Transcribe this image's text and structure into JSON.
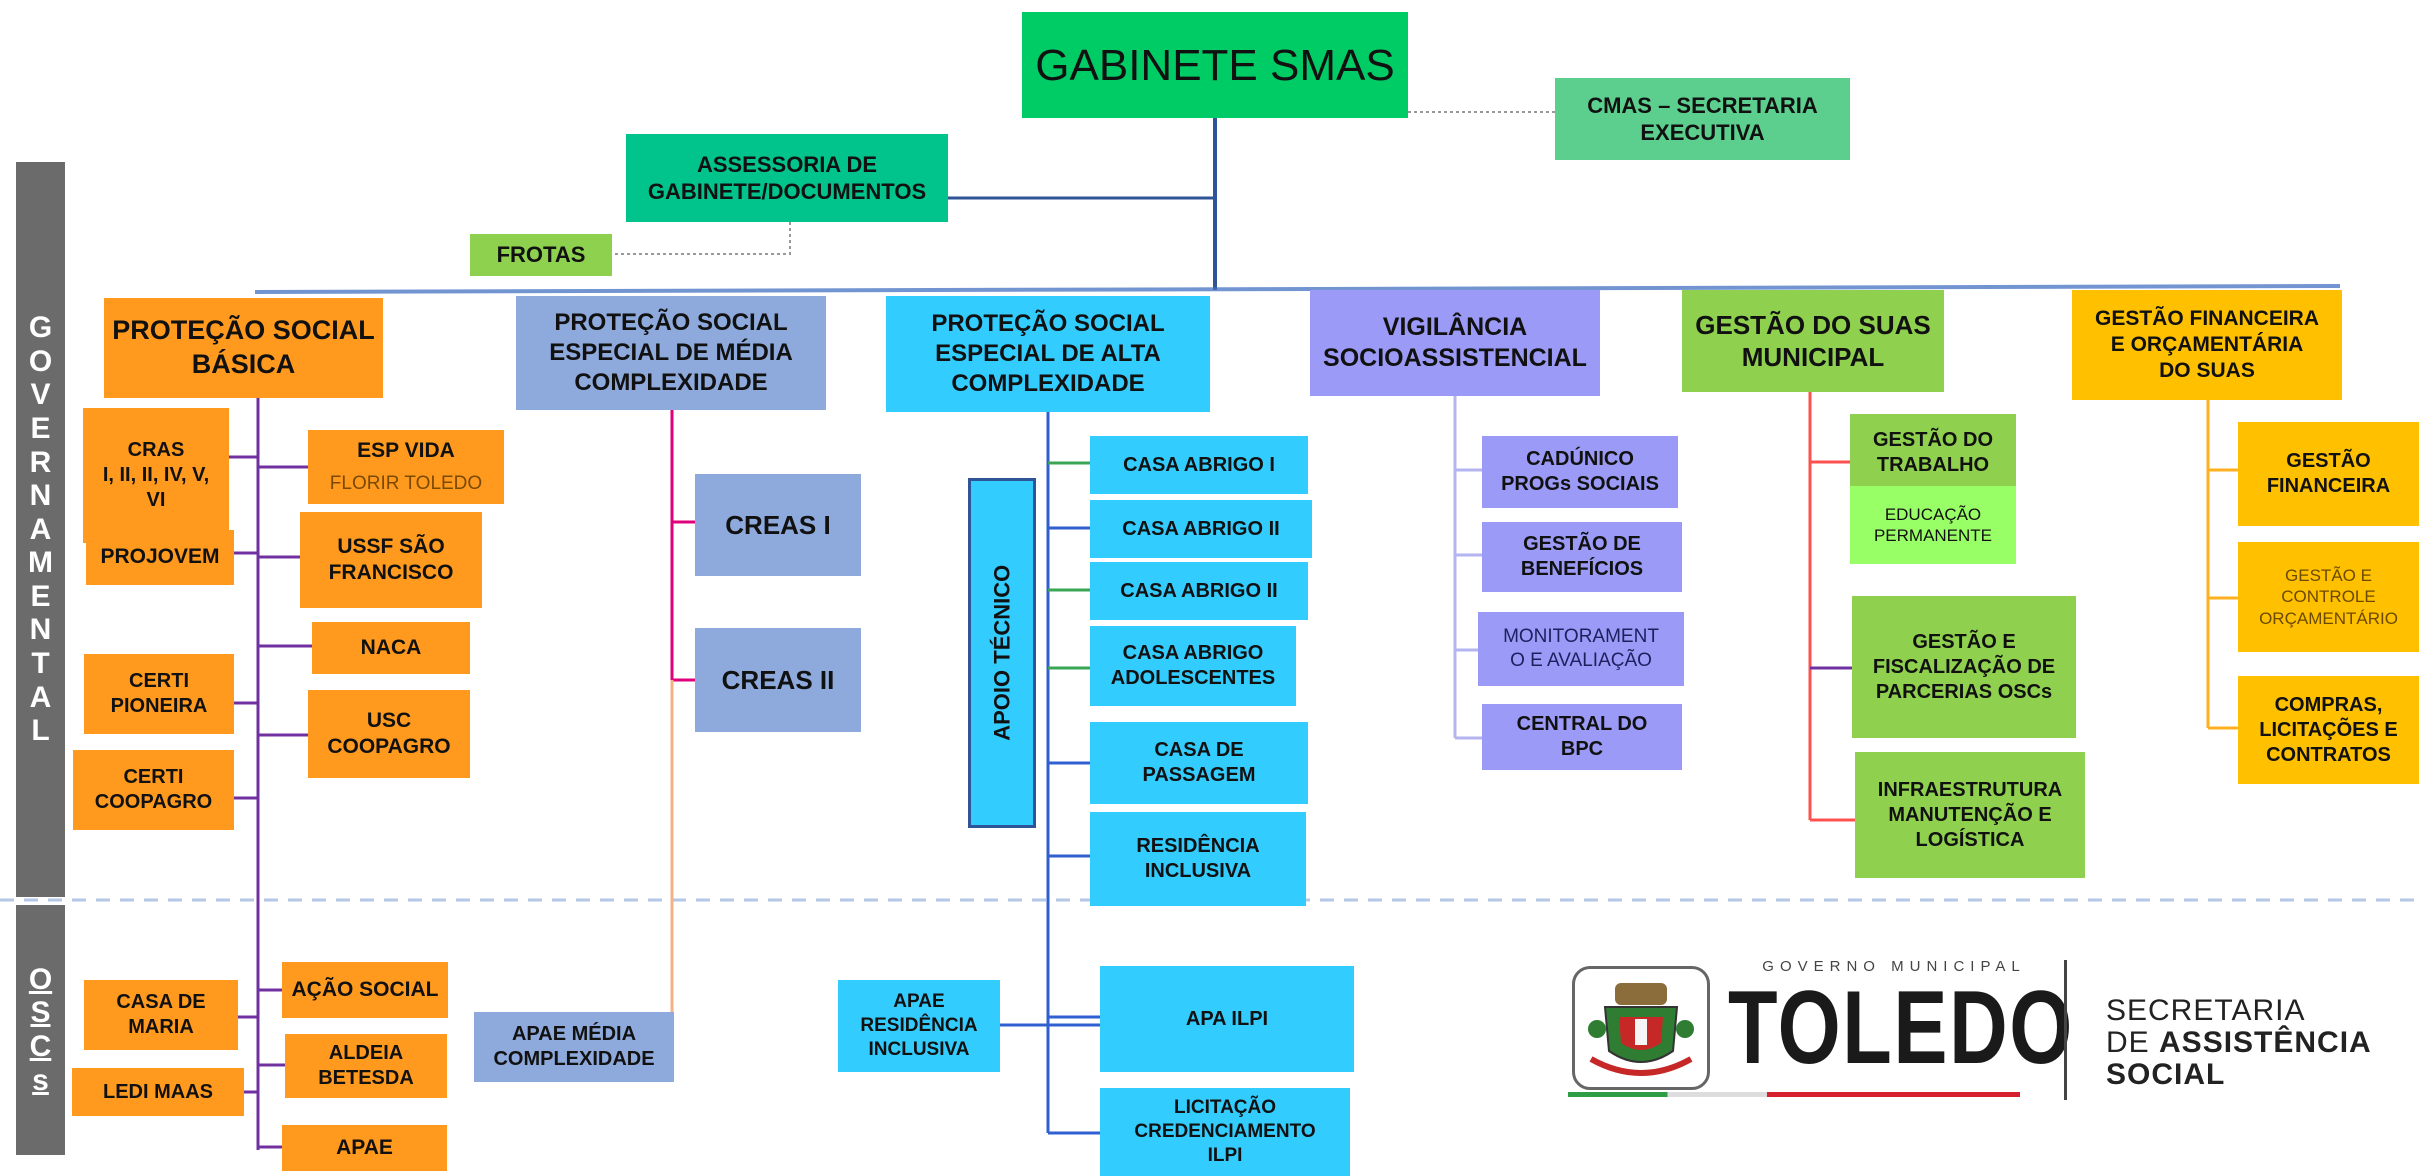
{
  "colors": {
    "green_top": "#00cc66",
    "teal": "#00c48c",
    "mint": "#5ccf8e",
    "frotas": "#8ed14f",
    "orange": "#ff9a1f",
    "blue_gray": "#8ea9db",
    "cyan": "#33ccff",
    "violet": "#9b9bf7",
    "lime": "#8fd14f",
    "light_lime": "#99ff66",
    "yellow": "#ffc000",
    "sidebar": "#6b6b6b",
    "purple_line": "#7030a0",
    "pink_line": "#e0007a",
    "peach_line": "#f4b183",
    "blue_line": "#2f5fd0",
    "green_line": "#3aa655",
    "lavender_line": "#b4b4f0",
    "red_line": "#ff5050",
    "gold_line": "#ffb020"
  },
  "header": {
    "gabinete": "GABINETE SMAS",
    "cmas": "CMAS – SECRETARIA\nEXECUTIVA",
    "assessoria": "ASSESSORIA DE\nGABINETE/DOCUMENTOS",
    "frotas": "FROTAS"
  },
  "sidebar": {
    "governamental_letters": [
      "G",
      "O",
      "V",
      "E",
      "R",
      "N",
      "A",
      "M",
      "E",
      "N",
      "T",
      "A",
      "L"
    ],
    "oscs_letters": [
      "O",
      "S",
      "C",
      "s"
    ]
  },
  "basica": {
    "title": "PROTEÇÃO SOCIAL\nBÁSICA",
    "cras": "CRAS\nI, II, II, IV, V,\nVI",
    "projovem": "PROJOVEM",
    "esp_vida": "ESP VIDA",
    "florir": "FLORIR TOLEDO",
    "ussf": "USSF SÃO\nFRANCISCO",
    "naca": "NACA",
    "certi_pioneira": "CERTI\nPIONEIRA",
    "usc": "USC\nCOOPAGRO",
    "certi_coopagro": "CERTI\nCOOPAGRO",
    "casa_maria": "CASA DE\nMARIA",
    "acao_social": "AÇÃO SOCIAL",
    "aldeia": "ALDEIA\nBETESDA",
    "ledi": "LEDI MAAS",
    "apae": "APAE"
  },
  "media": {
    "title": "PROTEÇÃO SOCIAL\nESPECIAL DE MÉDIA\nCOMPLEXIDADE",
    "creas1": "CREAS I",
    "creas2": "CREAS II",
    "apae": "APAE MÉDIA\nCOMPLEXIDADE"
  },
  "alta": {
    "title": "PROTEÇÃO SOCIAL\nESPECIAL DE ALTA\nCOMPLEXIDADE",
    "apoio": "APOIO TÉCNICO",
    "casa1": "CASA ABRIGO I",
    "casa2": "CASA ABRIGO II",
    "casa3": "CASA ABRIGO  II",
    "adolescentes": "CASA ABRIGO\nADOLESCENTES",
    "passagem": "CASA DE\nPASSAGEM",
    "residencia": "RESIDÊNCIA\nINCLUSIVA",
    "apae_res": "APAE\nRESIDÊNCIA\nINCLUSIVA",
    "apa_ilpi": "APA ILPI",
    "licitacao": "LICITAÇÃO\nCREDENCIAMENTO\nILPI"
  },
  "vigilancia": {
    "title": "VIGILÂNCIA\nSOCIOASSISTENCIAL",
    "cadunico": "CADÚNICO\nPROGs SOCIAIS",
    "beneficios": "GESTÃO DE\nBENEFÍCIOS",
    "monitoramento": "MONITORAMENT\nO E AVALIAÇÃO",
    "bpc": "CENTRAL DO\nBPC"
  },
  "gestao_suas": {
    "title": "GESTÃO DO SUAS\nMUNICIPAL",
    "trabalho": "GESTÃO DO\nTRABALHO",
    "educacao": "EDUCAÇÃO\nPERMANENTE",
    "parcerias": "GESTÃO E\nFISCALIZAÇÃO DE\nPARCERIAS OSCs",
    "infra": "INFRAESTRUTURA\nMANUTENÇÃO E\nLOGÍSTICA"
  },
  "financeira": {
    "title": "GESTÃO FINANCEIRA\nE ORÇAMENTÁRIA\nDO SUAS",
    "gestao_fin": "GESTÃO\nFINANCEIRA",
    "controle": "GESTÃO E\nCONTROLE\nORÇAMENTÁRIO",
    "compras": "COMPRAS,\nLICITAÇÕES E\nCONTRATOS"
  },
  "logo": {
    "governo_municipal": "GOVERNO MUNICIPAL",
    "toledo": "TOLEDO",
    "secretaria": "SECRETARIA",
    "de_assistencia_prefix": "DE ",
    "assistencia": "ASSISTÊNCIA",
    "social": "SOCIAL"
  }
}
